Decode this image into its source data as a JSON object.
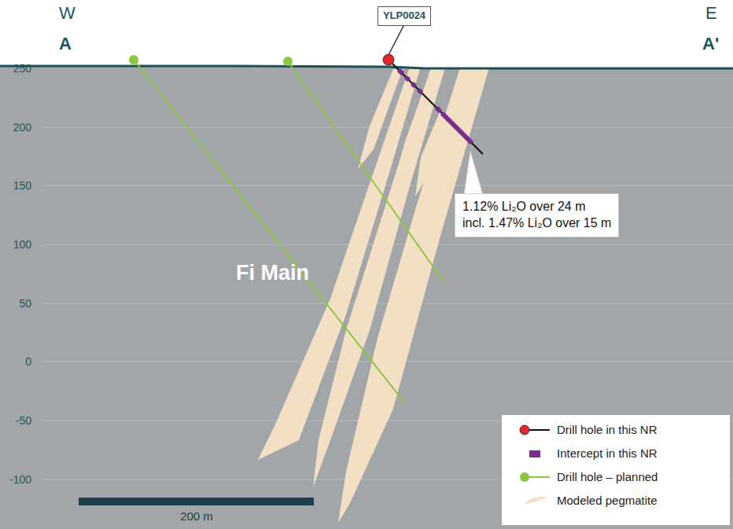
{
  "diagram": {
    "nodes": [
      {
        "text": [
          "YLP0024"
        ]
      },
      {
        "text": [
          "1.12% Li₂O over 24 m",
          "incl. 1.47% Li₂O over 15 m"
        ]
      }
    ],
    "labels": [
      "W",
      "E",
      "A",
      "A'",
      "250",
      "200",
      "150",
      "100",
      "50",
      "0",
      "-50",
      "-100",
      "Fi Main",
      "200 m"
    ],
    "legend": [
      {
        "text": "Drill hole in this NR"
      },
      {
        "text": "Intercept in this NR",
        "color": "#7b2d8e"
      },
      {
        "text": "Drill hole – planned"
      },
      {
        "text": "Modeled pegmatite"
      }
    ]
  }
}
